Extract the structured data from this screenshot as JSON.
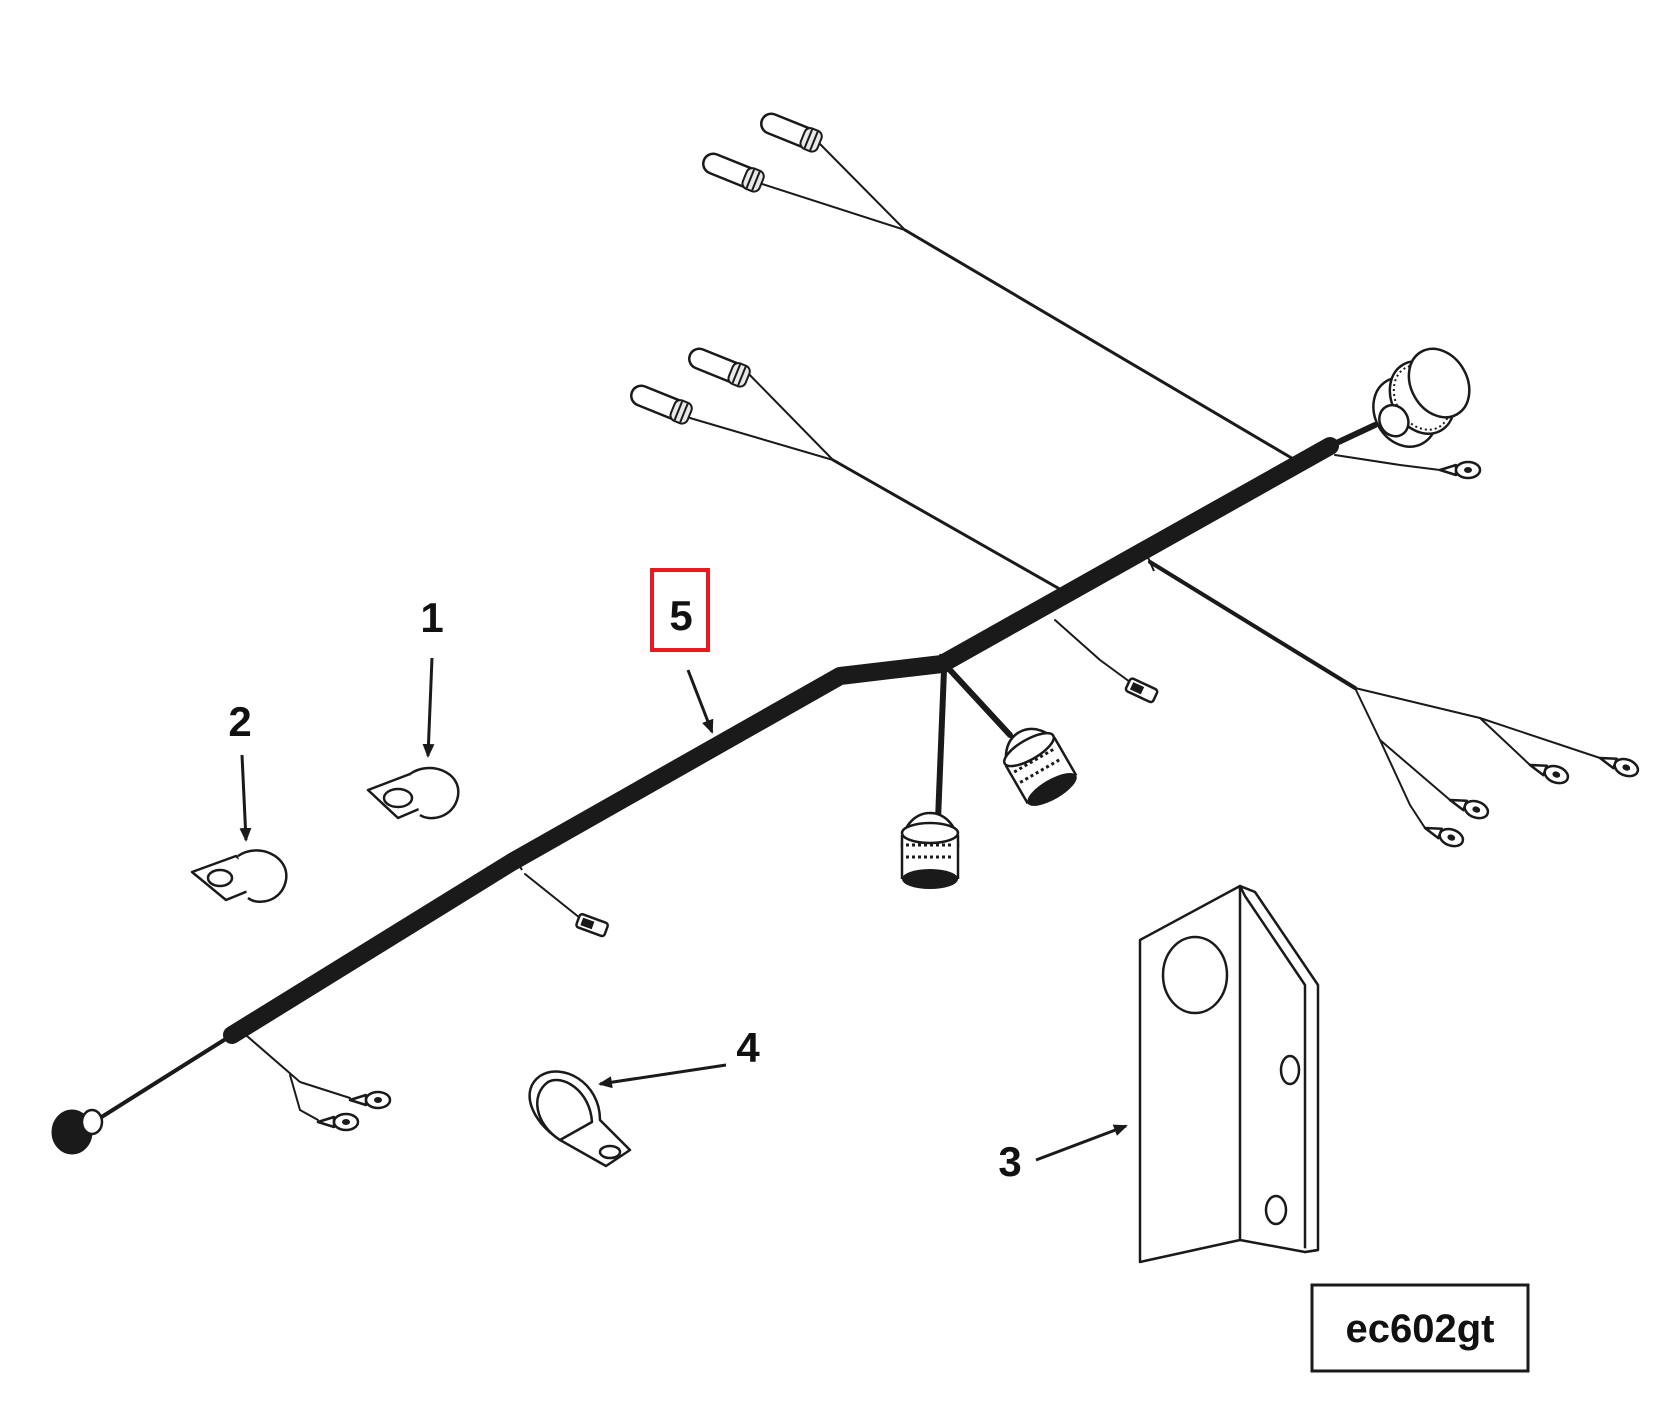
{
  "callouts": {
    "c1": "1",
    "c2": "2",
    "c3": "3",
    "c4": "4",
    "c5": "5"
  },
  "reference_code": "ec602gt",
  "highlight_color": "#e8191f",
  "ink_color": "#1a1a1a"
}
